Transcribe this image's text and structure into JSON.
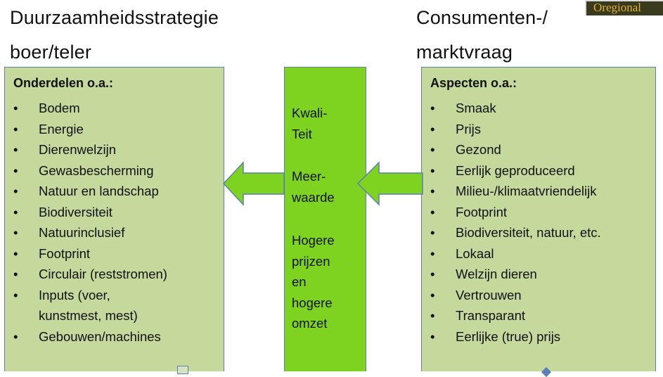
{
  "left_heading": {
    "line1": "Duurzaamheidsstrategie",
    "line2": "boer/teler"
  },
  "right_heading": {
    "line1": "Consumenten-/",
    "line2": "marktvraag"
  },
  "logo": {
    "text": "Oregional"
  },
  "left_box": {
    "title": "Onderdelen o.a.:",
    "items": [
      "Bodem",
      "Energie",
      "Dierenwelzijn",
      "Gewasbescherming",
      "Natuur en landschap",
      "Biodiversiteit",
      "Natuurinclusief",
      "Footprint",
      "Circulair (reststromen)",
      "Inputs (voer,",
      "kunstmest, mest)",
      "Gebouwen/machines"
    ]
  },
  "center_box": {
    "groups": [
      [
        "Kwali-",
        "Teit"
      ],
      [
        "Meer-",
        "waarde"
      ],
      [
        "Hogere",
        "prijzen",
        "en",
        "hogere",
        "omzet"
      ]
    ]
  },
  "right_box": {
    "title": "Aspecten o.a.:",
    "items": [
      "Smaak",
      "Prijs",
      "Gezond",
      "Eerlijk geproduceerd",
      "Milieu-/klimaatvriendelijk",
      "Footprint",
      "Biodiversiteit, natuur, etc.",
      "Lokaal",
      "Welzijn dieren",
      "Vertrouwen",
      "Transparant",
      "Eerlijke (true) prijs"
    ]
  },
  "colors": {
    "box_fill": "#c4d99b",
    "center_fill": "#7ed321",
    "arrow_fill": "#7ed321",
    "border": "#5d7fb5"
  }
}
